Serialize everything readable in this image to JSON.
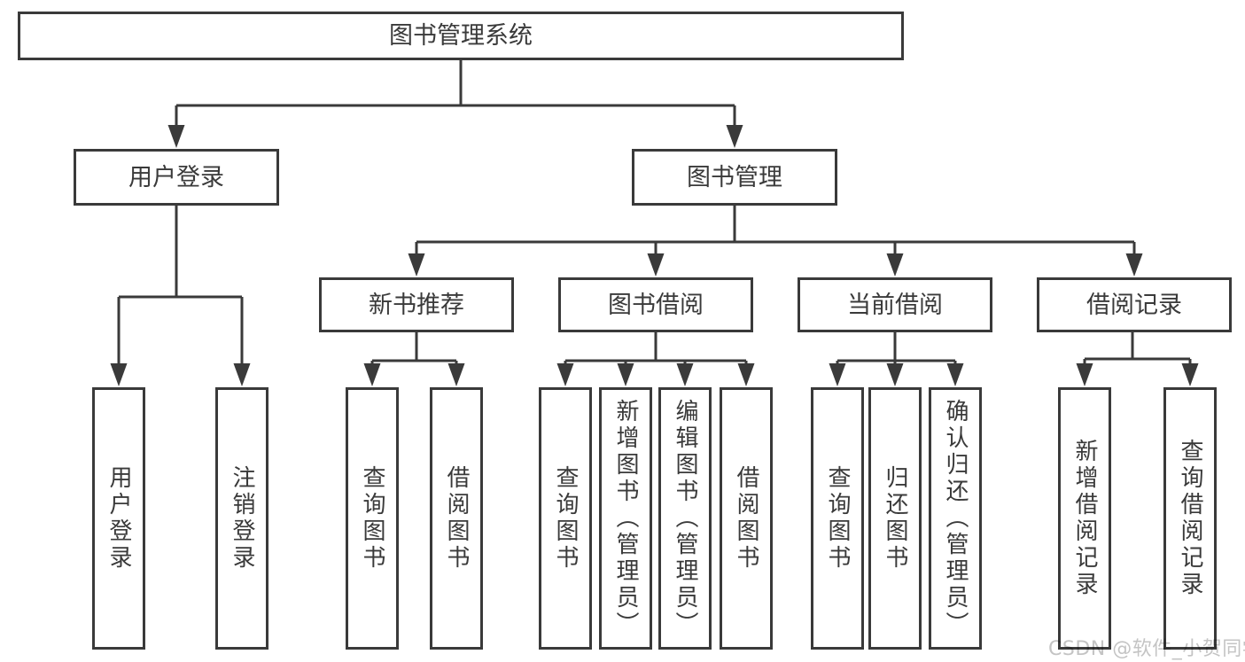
{
  "diagram": {
    "nodes": {
      "root": "图书管理系统",
      "user_login": "用户登录",
      "book_mgmt": "图书管理",
      "new_book_rec": "新书推荐",
      "book_borrow": "图书借阅",
      "current_borrow": "当前借阅",
      "borrow_records": "借阅记录",
      "ul_login": "用户登录",
      "ul_logout": "注销登录",
      "nb_query": "查询图书",
      "nb_borrow": "借阅图书",
      "bb_query": "查询图书",
      "bb_add": "新增图书（管理员）",
      "bb_edit": "编辑图书（管理员）",
      "bb_borrow": "借阅图书",
      "cb_query": "查询图书",
      "cb_return": "归还图书",
      "cb_confirm": "确认归还（管理员）",
      "br_add": "新增借阅记录",
      "br_query": "查询借阅记录"
    }
  },
  "watermark": "CSDN @软件_小贺同学",
  "colors": {
    "line": "#3a3a3a",
    "text": "#3a3a3a",
    "watermark": "#c4c4c4",
    "background": "#ffffff"
  }
}
